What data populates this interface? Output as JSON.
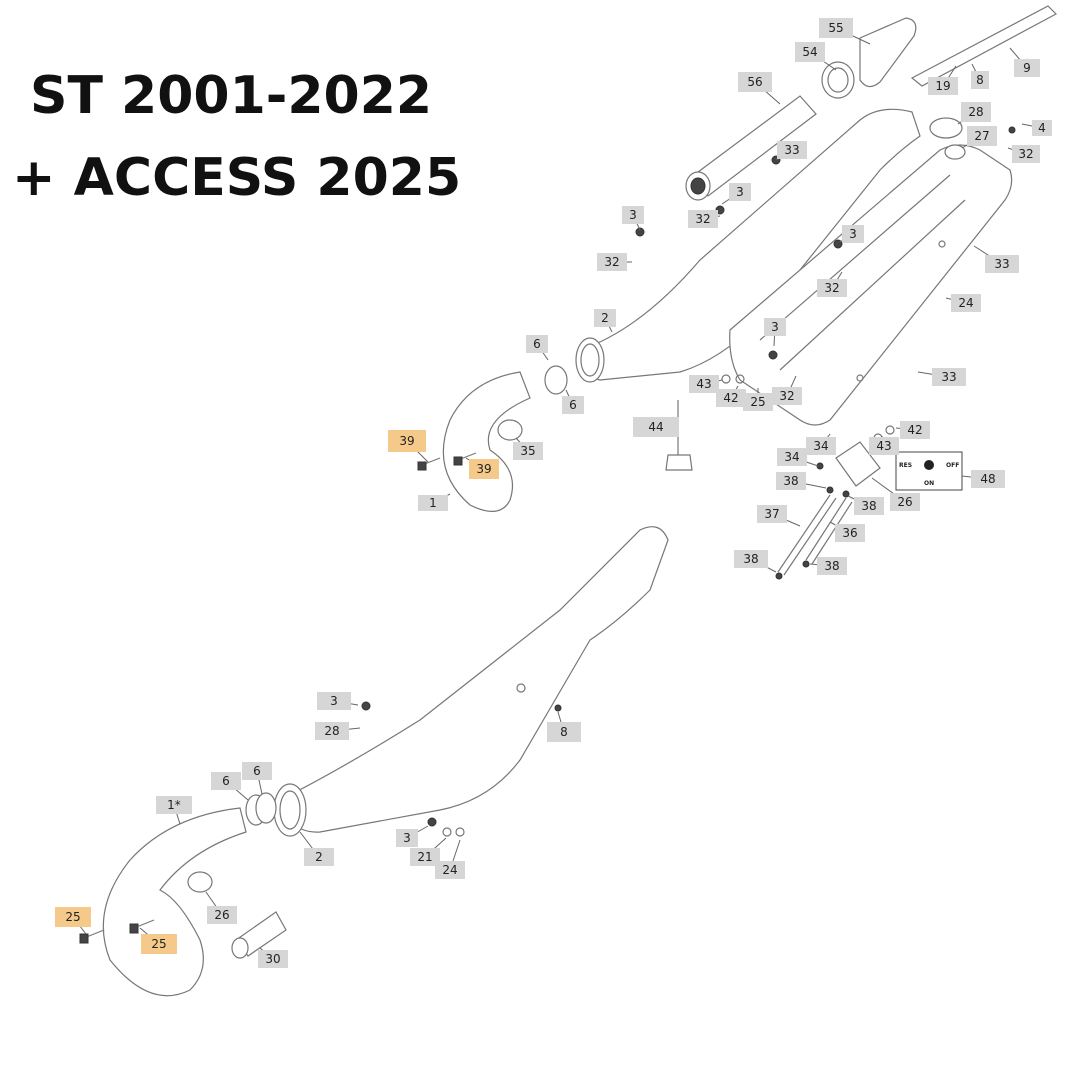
{
  "title": {
    "line1": "ST 2001-2022",
    "line2": "+ ACCESS 2025"
  },
  "colors": {
    "callout_bg": "#d6d6d6",
    "highlight_bg": "#f5c98a",
    "line_art": "#777777",
    "title_text": "#111111"
  },
  "fuel_switch": {
    "res": "RES",
    "off": "OFF",
    "on": "ON"
  },
  "callouts": [
    {
      "label": "55",
      "highlight": false
    },
    {
      "label": "54",
      "highlight": false
    },
    {
      "label": "9",
      "highlight": false
    },
    {
      "label": "19",
      "highlight": false
    },
    {
      "label": "8",
      "highlight": false
    },
    {
      "label": "56",
      "highlight": false
    },
    {
      "label": "28",
      "highlight": false
    },
    {
      "label": "4",
      "highlight": false
    },
    {
      "label": "27",
      "highlight": false
    },
    {
      "label": "32",
      "highlight": false
    },
    {
      "label": "33",
      "highlight": false
    },
    {
      "label": "3",
      "highlight": false
    },
    {
      "label": "32",
      "highlight": false
    },
    {
      "label": "3",
      "highlight": false
    },
    {
      "label": "32",
      "highlight": false
    },
    {
      "label": "3",
      "highlight": false
    },
    {
      "label": "33",
      "highlight": false
    },
    {
      "label": "32",
      "highlight": false
    },
    {
      "label": "24",
      "highlight": false
    },
    {
      "label": "2",
      "highlight": false
    },
    {
      "label": "3",
      "highlight": false
    },
    {
      "label": "6",
      "highlight": false
    },
    {
      "label": "33",
      "highlight": false
    },
    {
      "label": "43",
      "highlight": false
    },
    {
      "label": "42",
      "highlight": false
    },
    {
      "label": "25",
      "highlight": false
    },
    {
      "label": "32",
      "highlight": false
    },
    {
      "label": "6",
      "highlight": false
    },
    {
      "label": "44",
      "highlight": false
    },
    {
      "label": "42",
      "highlight": false
    },
    {
      "label": "39",
      "highlight": true
    },
    {
      "label": "34",
      "highlight": false
    },
    {
      "label": "43",
      "highlight": false
    },
    {
      "label": "35",
      "highlight": false
    },
    {
      "label": "39",
      "highlight": true
    },
    {
      "label": "34",
      "highlight": false
    },
    {
      "label": "48",
      "highlight": false
    },
    {
      "label": "38",
      "highlight": false
    },
    {
      "label": "1",
      "highlight": false
    },
    {
      "label": "26",
      "highlight": false
    },
    {
      "label": "38",
      "highlight": false
    },
    {
      "label": "37",
      "highlight": false
    },
    {
      "label": "36",
      "highlight": false
    },
    {
      "label": "38",
      "highlight": false
    },
    {
      "label": "38",
      "highlight": false
    },
    {
      "label": "3",
      "highlight": false
    },
    {
      "label": "8",
      "highlight": false
    },
    {
      "label": "28",
      "highlight": false
    },
    {
      "label": "6",
      "highlight": false
    },
    {
      "label": "6",
      "highlight": false
    },
    {
      "label": "1*",
      "highlight": false
    },
    {
      "label": "3",
      "highlight": false
    },
    {
      "label": "21",
      "highlight": false
    },
    {
      "label": "2",
      "highlight": false
    },
    {
      "label": "24",
      "highlight": false
    },
    {
      "label": "26",
      "highlight": false
    },
    {
      "label": "25",
      "highlight": true
    },
    {
      "label": "25",
      "highlight": true
    },
    {
      "label": "30",
      "highlight": false
    }
  ]
}
